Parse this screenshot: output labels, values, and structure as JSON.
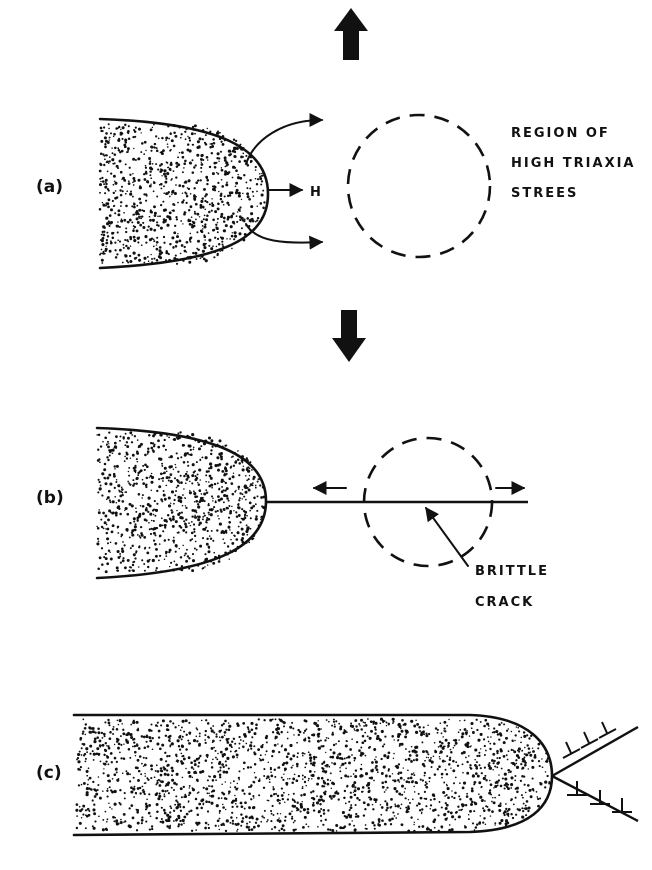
{
  "panels": {
    "a": {
      "label": "(a)",
      "hydrogen_label": "H",
      "annotation": [
        "REGION OF",
        "HIGH TRIAXIA",
        "STREES"
      ]
    },
    "b": {
      "label": "(b)",
      "annotation": [
        "BRITTLE",
        "CRACK"
      ]
    },
    "c": {
      "label": "(c)"
    }
  },
  "colors": {
    "ink": "#111111",
    "background": "#ffffff"
  }
}
